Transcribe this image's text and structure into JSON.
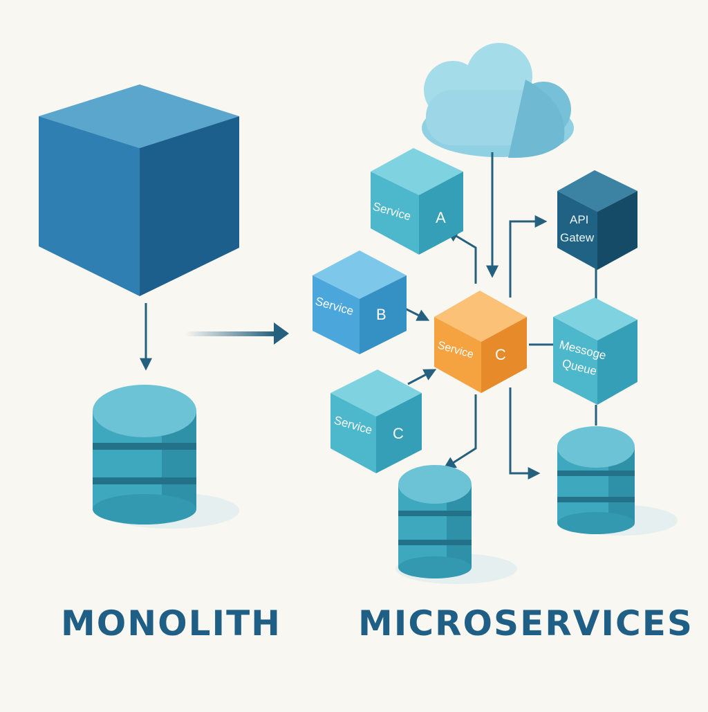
{
  "captions": {
    "monolith": "MONOLITH",
    "microservices": "MICROSERVICES"
  },
  "nodes": {
    "service_a": {
      "word": "Service",
      "letter": "A"
    },
    "service_b": {
      "word": "Service",
      "letter": "B"
    },
    "service_c_hub": {
      "word": "Service",
      "letter": "C"
    },
    "service_c_small": {
      "word": "Service",
      "letter": "C"
    },
    "api_gateway": {
      "line1": "API",
      "line2": "Gatew"
    },
    "message_queue": {
      "line1": "Messoge",
      "line2": "Queue"
    }
  },
  "colors": {
    "background": "#f8f7f2",
    "monolith_blue": "#2f7fb2",
    "service_teal": "#4db8cc",
    "hub_orange": "#f5a340",
    "gateway_navy": "#1f6283",
    "cloud": "#8fd0e3",
    "arrow": "#25607f",
    "caption": "#1f5f86"
  },
  "icons": [
    "cloud-icon",
    "database-icon",
    "arrow-icon"
  ]
}
